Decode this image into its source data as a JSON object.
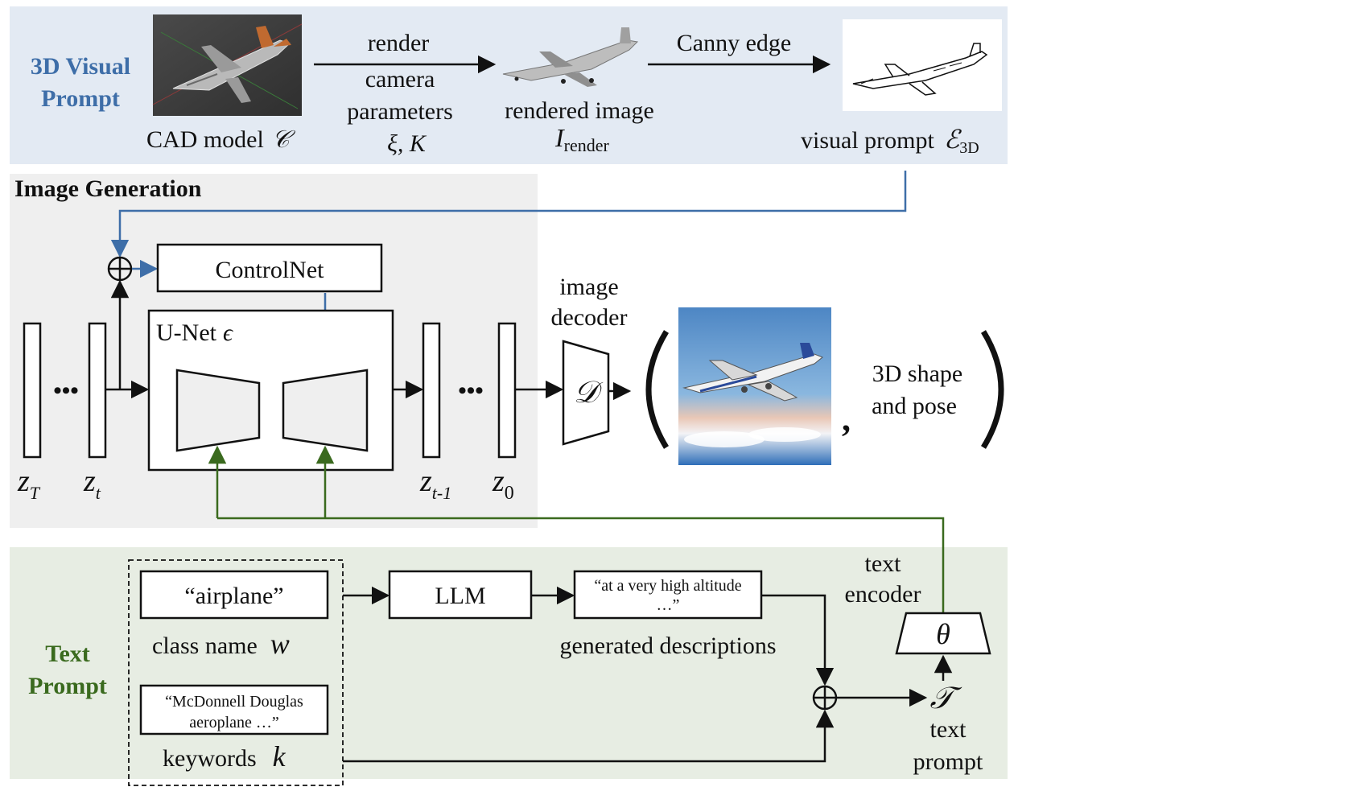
{
  "visual_section": {
    "title_line1": "3D Visual",
    "title_line2": "Prompt",
    "cad_label": "CAD model",
    "cad_symbol": "𝒞",
    "arrow1_label_top": "render",
    "arrow1_label_mid": "camera",
    "arrow1_label_bot": "parameters",
    "arrow1_symbol": "ξ, K",
    "rendered_label": "rendered image",
    "rendered_symbol": "I",
    "rendered_subscript": "render",
    "arrow2_label": "Canny edge",
    "visual_prompt_label": "visual prompt",
    "visual_prompt_symbol": "ℰ",
    "visual_prompt_subscript": "3D"
  },
  "generation_section": {
    "title": "Image Generation",
    "controlnet_label": "ControlNet",
    "unet_label": "U-Net",
    "unet_symbol": "ϵ",
    "zT": "z",
    "zT_sub": "T",
    "zt": "z",
    "zt_sub": "t",
    "zt1": "z",
    "zt1_sub": "t-1",
    "z0": "z",
    "z0_sub": "0",
    "ellipsis": "•••",
    "decoder_label_line1": "image",
    "decoder_label_line2": "decoder",
    "decoder_symbol": "𝒟",
    "output_line1": "3D shape",
    "output_line2": "and pose",
    "comma": ","
  },
  "text_section": {
    "title_line1": "Text",
    "title_line2": "Prompt",
    "airplane_text": "“airplane”",
    "class_name_label": "class name",
    "class_symbol": "w",
    "keywords_box_line1": "“McDonnell Douglas",
    "keywords_box_line2": "aeroplane …”",
    "keywords_label": "keywords",
    "keywords_symbol": "k",
    "llm_label": "LLM",
    "desc_box_line1": "“at a very high altitude",
    "desc_box_line2": "…”",
    "generated_label": "generated descriptions",
    "encoder_label_line1": "text",
    "encoder_label_line2": "encoder",
    "theta_symbol": "θ",
    "text_prompt_symbol": "𝒯",
    "text_prompt_line1": "text",
    "text_prompt_line2": "prompt"
  },
  "colors": {
    "visual_bg": "#e3eaf3",
    "generation_bg": "#efefef",
    "text_bg": "#e7ede3",
    "visual_accent": "#3e6ea8",
    "text_accent": "#3a6a1e"
  }
}
